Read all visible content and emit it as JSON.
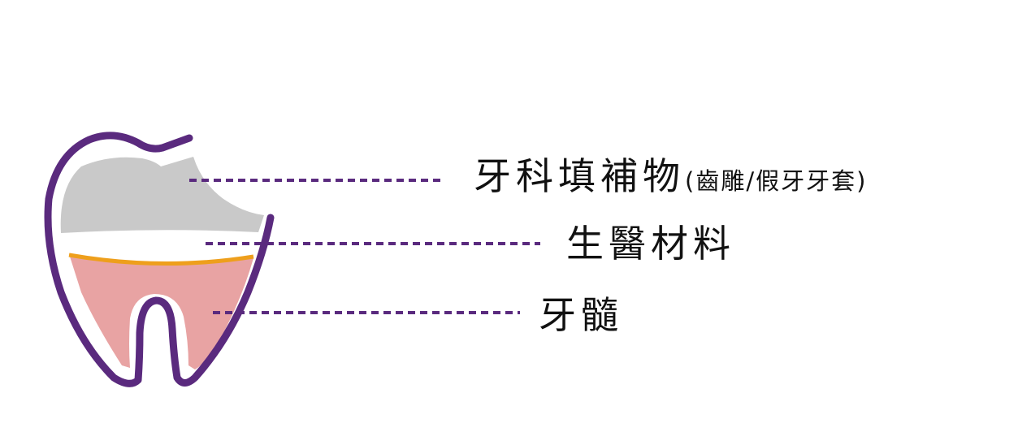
{
  "labels": {
    "filling": "牙科填補物",
    "filling_note": "(齒雕/假牙牙套)",
    "biomaterial": "生醫材料",
    "pulp": "牙髓"
  },
  "colors": {
    "outline": "#5a2a7e",
    "crown": "#c9c9c9",
    "liner": "#ee9f1c",
    "pulp": "#e8a3a3",
    "leader": "#5a2a7e"
  }
}
